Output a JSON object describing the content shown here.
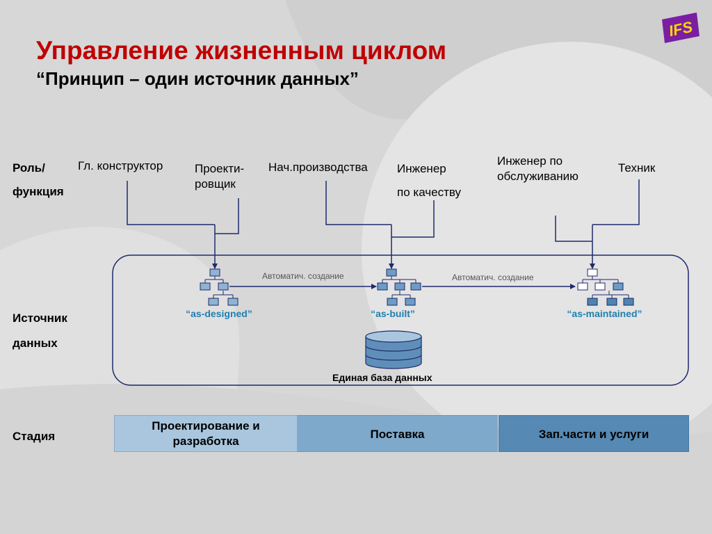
{
  "logo": {
    "text": "IFS"
  },
  "title": "Управление жизненным циклом",
  "subtitle": "“Принцип – один источник данных”",
  "rows": {
    "roles_line1": "Роль/",
    "roles_line2": "функция",
    "source_line1": "Источник",
    "source_line2": "данных",
    "stage": "Стадия"
  },
  "roles": {
    "chief_designer": "Гл. конструктор",
    "designer_line1": "Проекти-",
    "designer_line2": "ровщик",
    "production_head": "Нач.производства",
    "quality_line1": "Инженер",
    "quality_line2": "по качеству",
    "service_line1": "Инженер по",
    "service_line2": "обслуживанию",
    "technician": "Техник"
  },
  "flow": {
    "auto_create_1": "Автоматич. создание",
    "auto_create_2": "Автоматич. создание",
    "as_designed": "“as-designed”",
    "as_built": "“as-built”",
    "as_maintained": "“as-maintained”",
    "database": "Единая база данных"
  },
  "stages": {
    "design_line1": "Проектирование и",
    "design_line2": "разработка",
    "supply": "Поставка",
    "parts": "Зап.части и услуги"
  },
  "colors": {
    "title": "#c00000",
    "accent": "#1f7fae",
    "connector": "#1f2a6b",
    "stage1": "#a9c6de",
    "stage2": "#7fa9cb",
    "stage3": "#5689b3"
  }
}
